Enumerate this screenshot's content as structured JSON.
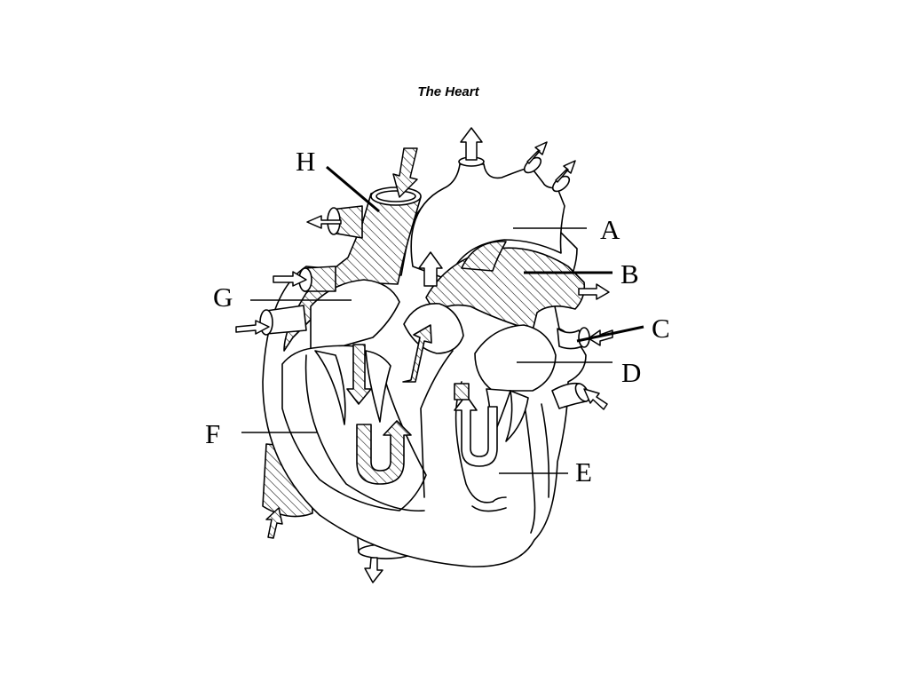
{
  "title": "The Heart",
  "labels": {
    "A": "A",
    "B": "B",
    "C": "C",
    "D": "D",
    "E": "E",
    "F": "F",
    "G": "G",
    "H": "H"
  }
}
